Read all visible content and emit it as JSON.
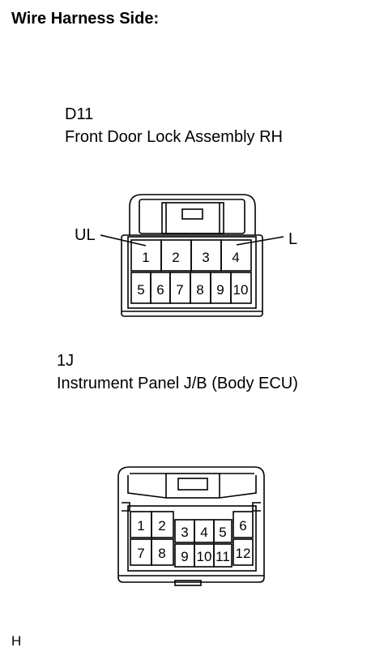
{
  "header": {
    "title": "Wire Harness Side:"
  },
  "connector1": {
    "code": "D11",
    "name": "Front Door Lock Assembly RH",
    "pins": [
      "1",
      "2",
      "3",
      "4",
      "5",
      "6",
      "7",
      "8",
      "9",
      "10"
    ],
    "callouts": [
      "UL",
      "L"
    ]
  },
  "connector2": {
    "code": "1J",
    "name": "Instrument Panel J/B (Body ECU)",
    "pins": [
      "1",
      "2",
      "3",
      "4",
      "5",
      "6",
      "7",
      "8",
      "9",
      "10",
      "11",
      "12"
    ]
  },
  "footer": {
    "code": "H"
  }
}
